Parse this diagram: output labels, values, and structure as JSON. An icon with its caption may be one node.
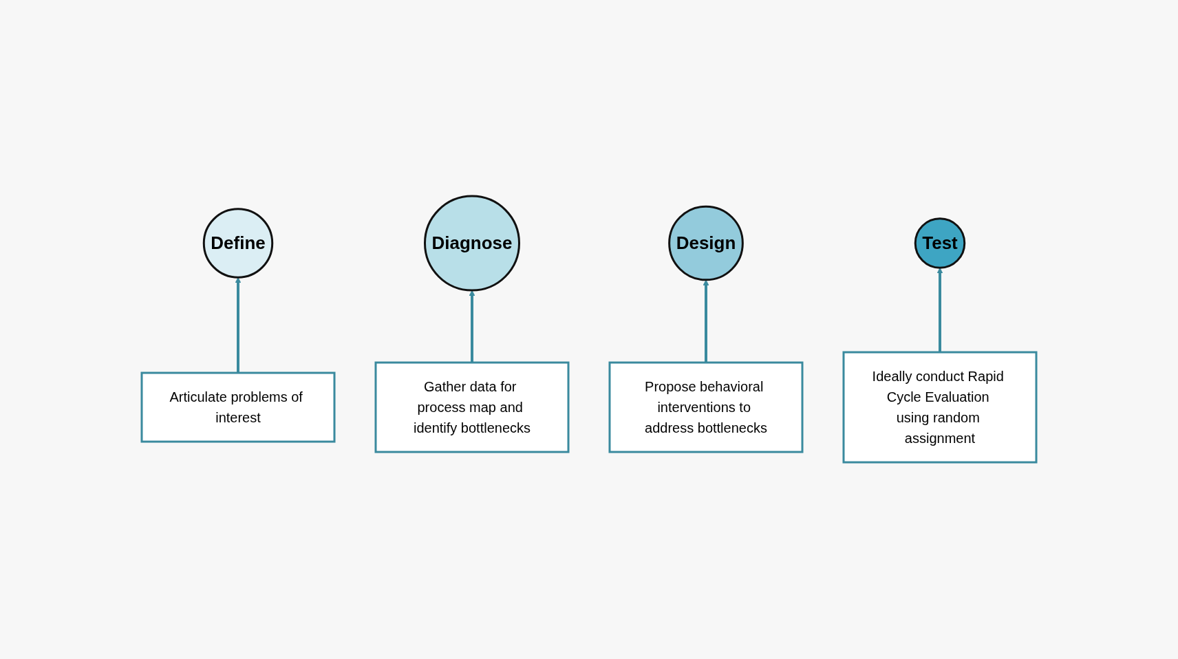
{
  "diagram": {
    "nodes": [
      {
        "text": [
          "Define"
        ]
      },
      {
        "text": [
          "Diagnose"
        ]
      },
      {
        "text": [
          "Design"
        ]
      },
      {
        "text": [
          "Test"
        ]
      },
      {
        "text": [
          "Articulate problems of interest"
        ]
      },
      {
        "text": [
          "Gather data for process map and identify bottlenecks"
        ]
      },
      {
        "text": [
          "Propose behavioral interventions to address bottlenecks"
        ]
      },
      {
        "text": [
          "Ideally conduct Rapid Cycle Evaluation using random assignment"
        ]
      }
    ],
    "edges": [
      {
        "from": 4,
        "to": 0,
        "arrow": "to"
      },
      {
        "from": 5,
        "to": 1,
        "arrow": "to"
      },
      {
        "from": 6,
        "to": 2,
        "arrow": "to"
      },
      {
        "from": 7,
        "to": 3,
        "arrow": "to"
      }
    ]
  }
}
